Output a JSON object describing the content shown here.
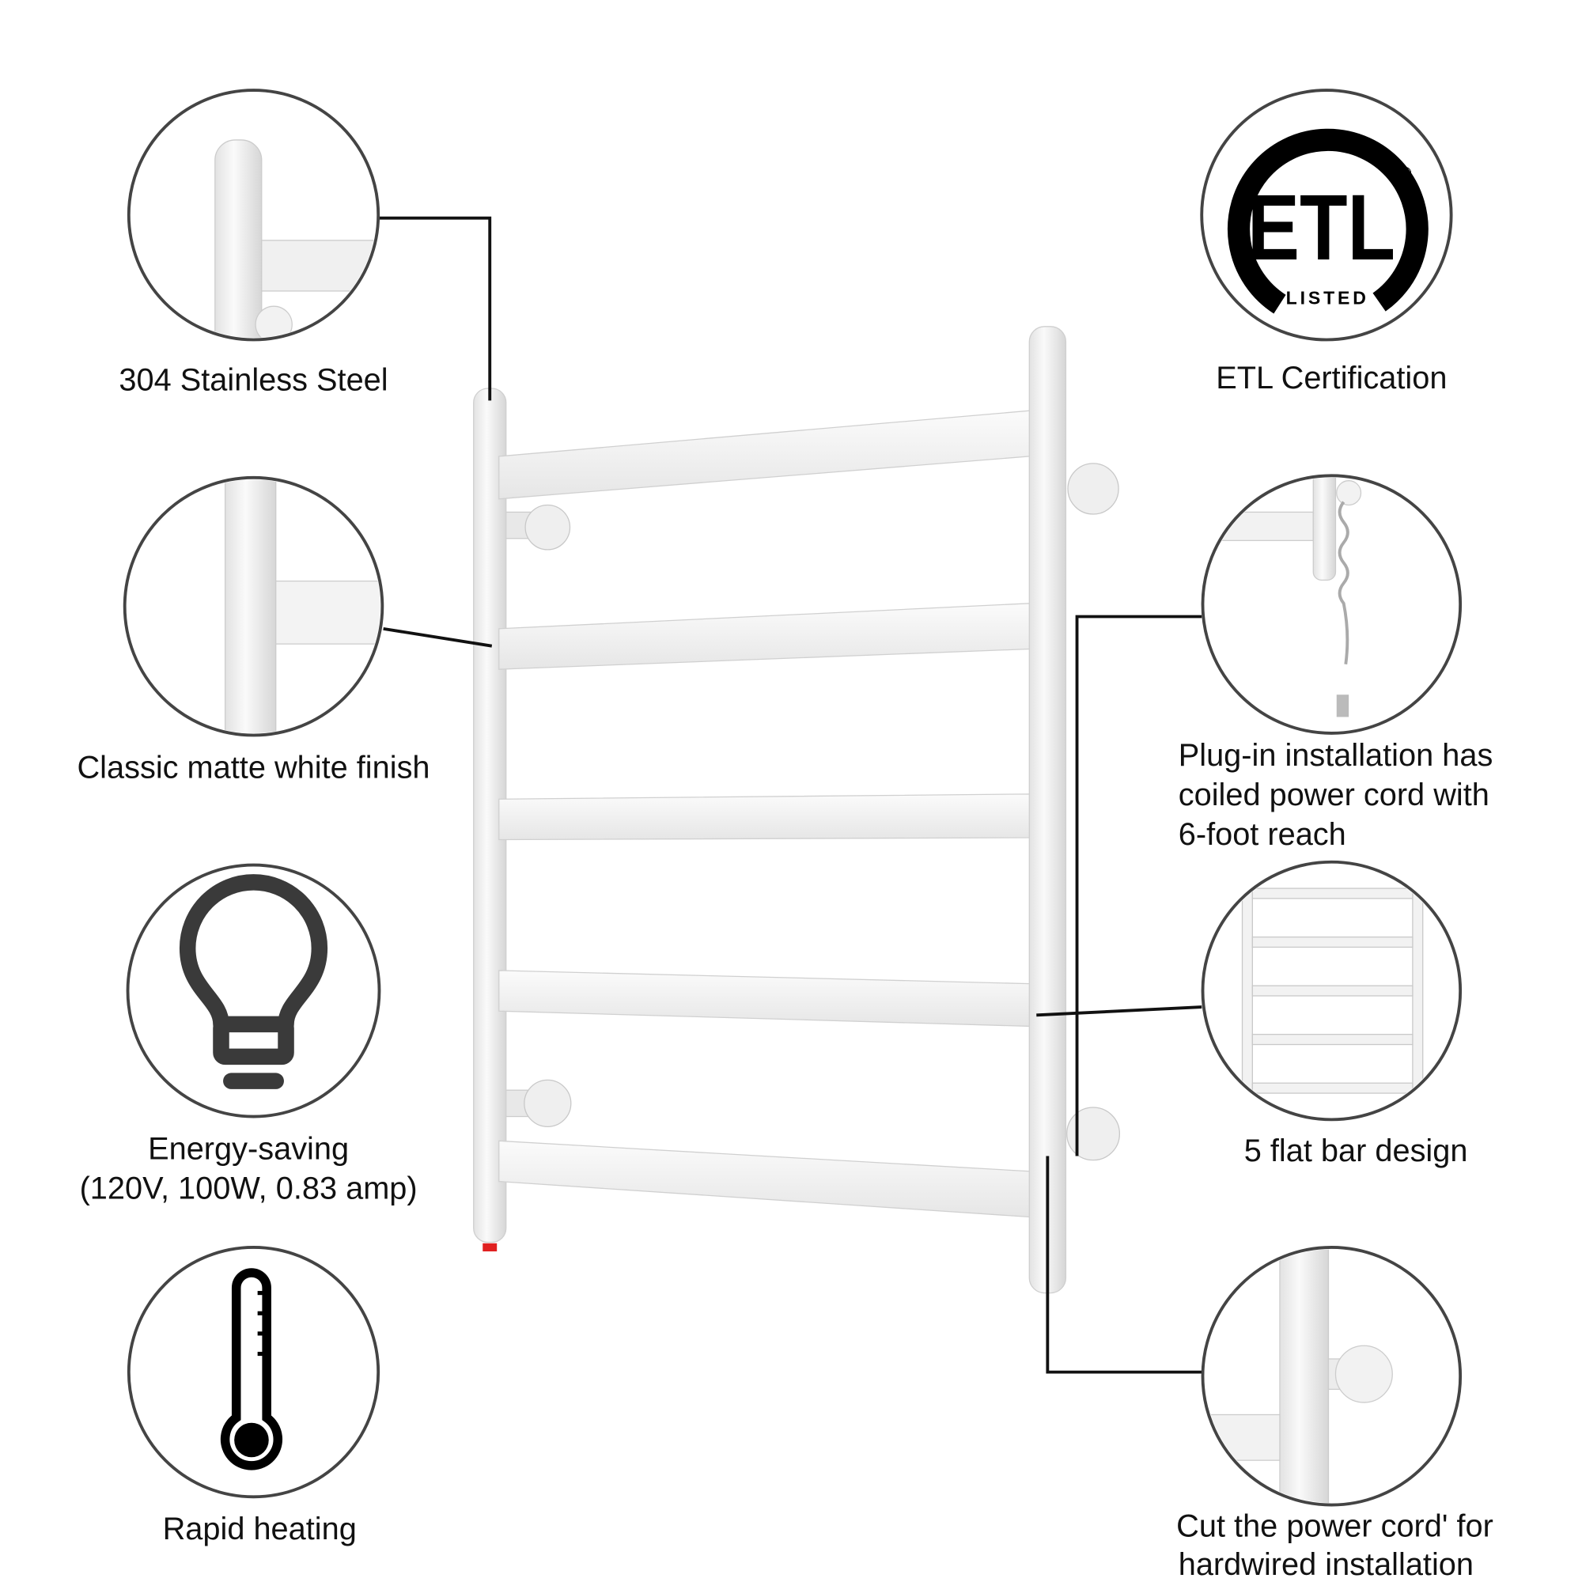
{
  "features": {
    "steel": {
      "label": "304 Stainless Steel"
    },
    "finish": {
      "label": "Classic matte white finish"
    },
    "energy": {
      "label_line1": "Energy-saving",
      "label_line2": "(120V, 100W, 0.83 amp)"
    },
    "heating": {
      "label": "Rapid heating"
    },
    "etl": {
      "label": "ETL Certification",
      "logo_text": "ETL",
      "logo_sub": "LISTED"
    },
    "plug": {
      "line1": "Plug-in installation has",
      "line2": "coiled power cord with",
      "line3": "6-foot reach"
    },
    "bars": {
      "label": "5 flat bar design"
    },
    "hardwire": {
      "line1": "Cut the power cord' for",
      "line2": "hardwired installation"
    }
  },
  "colors": {
    "circle_stroke": "#444444",
    "rack_white": "#f4f4f4",
    "rack_shade": "#d8d8d8",
    "leader": "#111111",
    "indicator": "#e02020"
  }
}
